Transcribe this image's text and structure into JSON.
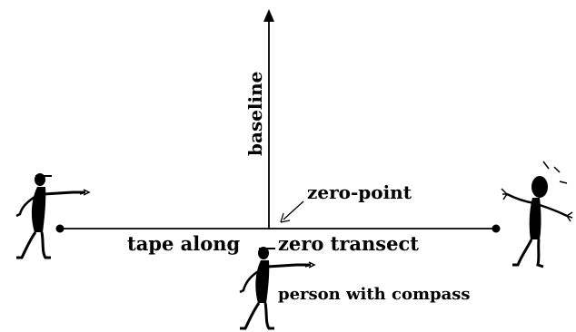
{
  "labels": {
    "baseline": "baseline",
    "zero_point": "zero-point",
    "tape_along": "tape along",
    "zero_transect": "zero transect",
    "person_with_compass": "person with compass"
  },
  "colors": {
    "ink": "#000000",
    "background": "#ffffff"
  },
  "figures": [
    {
      "name": "left-person-pointing-right",
      "pose": "pointing"
    },
    {
      "name": "center-person-pointing-right",
      "pose": "pointing"
    },
    {
      "name": "right-person-waving",
      "pose": "waving"
    }
  ]
}
